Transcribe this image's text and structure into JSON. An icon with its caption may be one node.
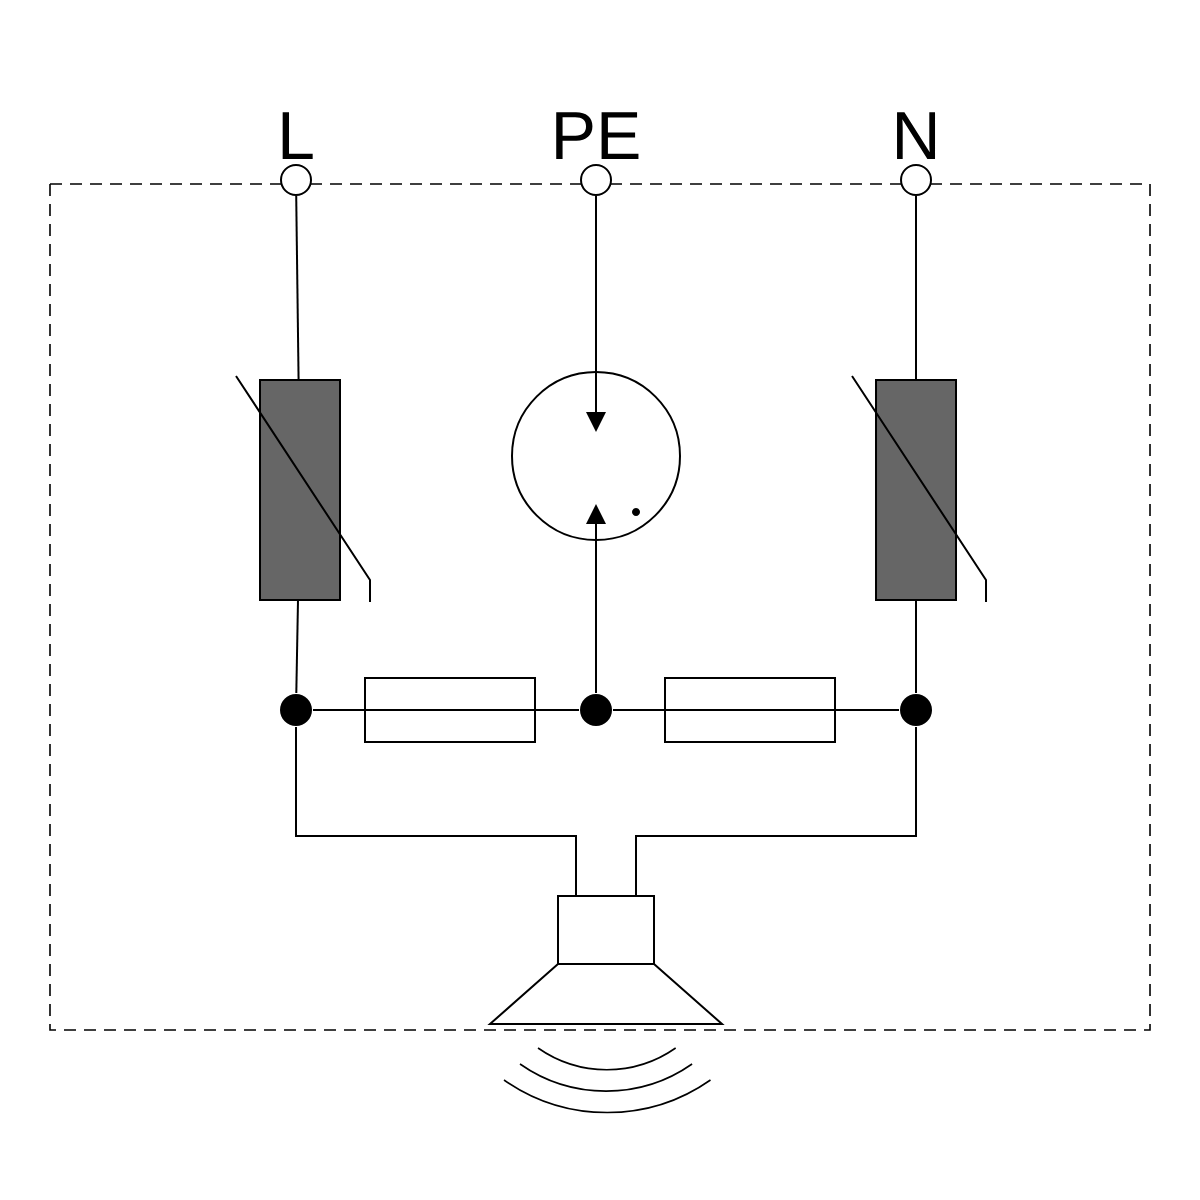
{
  "diagram": {
    "nodes": [
      {
        "text": [
          "L"
        ]
      },
      {
        "text": [
          "PE"
        ]
      },
      {
        "text": [
          "N"
        ]
      },
      {
        "text": [],
        "shape": "box"
      },
      {
        "text": [],
        "shape": "circle"
      },
      {
        "text": [],
        "shape": "box"
      },
      {
        "text": [],
        "shape": "circle"
      },
      {
        "text": [],
        "shape": "box"
      },
      {
        "text": [],
        "shape": "circle"
      },
      {
        "text": [],
        "shape": "box"
      },
      {
        "text": [],
        "shape": "circle"
      },
      {
        "text": [],
        "shape": "speaker"
      }
    ],
    "edges": [
      {
        "from": 0,
        "to": 3,
        "arrow": "none"
      },
      {
        "from": 3,
        "to": 6,
        "arrow": "none"
      },
      {
        "from": 1,
        "to": 4,
        "arrow": "none"
      },
      {
        "from": 4,
        "to": 8,
        "arrow": "none"
      },
      {
        "from": 2,
        "to": 5,
        "arrow": "none"
      },
      {
        "from": 5,
        "to": 10,
        "arrow": "none"
      },
      {
        "from": 6,
        "to": 7,
        "arrow": "none"
      },
      {
        "from": 7,
        "to": 8,
        "arrow": "none"
      },
      {
        "from": 8,
        "to": 9,
        "arrow": "none"
      },
      {
        "from": 9,
        "to": 10,
        "arrow": "none"
      },
      {
        "from": 6,
        "to": 11,
        "arrow": "none"
      },
      {
        "from": 10,
        "to": 11,
        "arrow": "none"
      }
    ]
  }
}
